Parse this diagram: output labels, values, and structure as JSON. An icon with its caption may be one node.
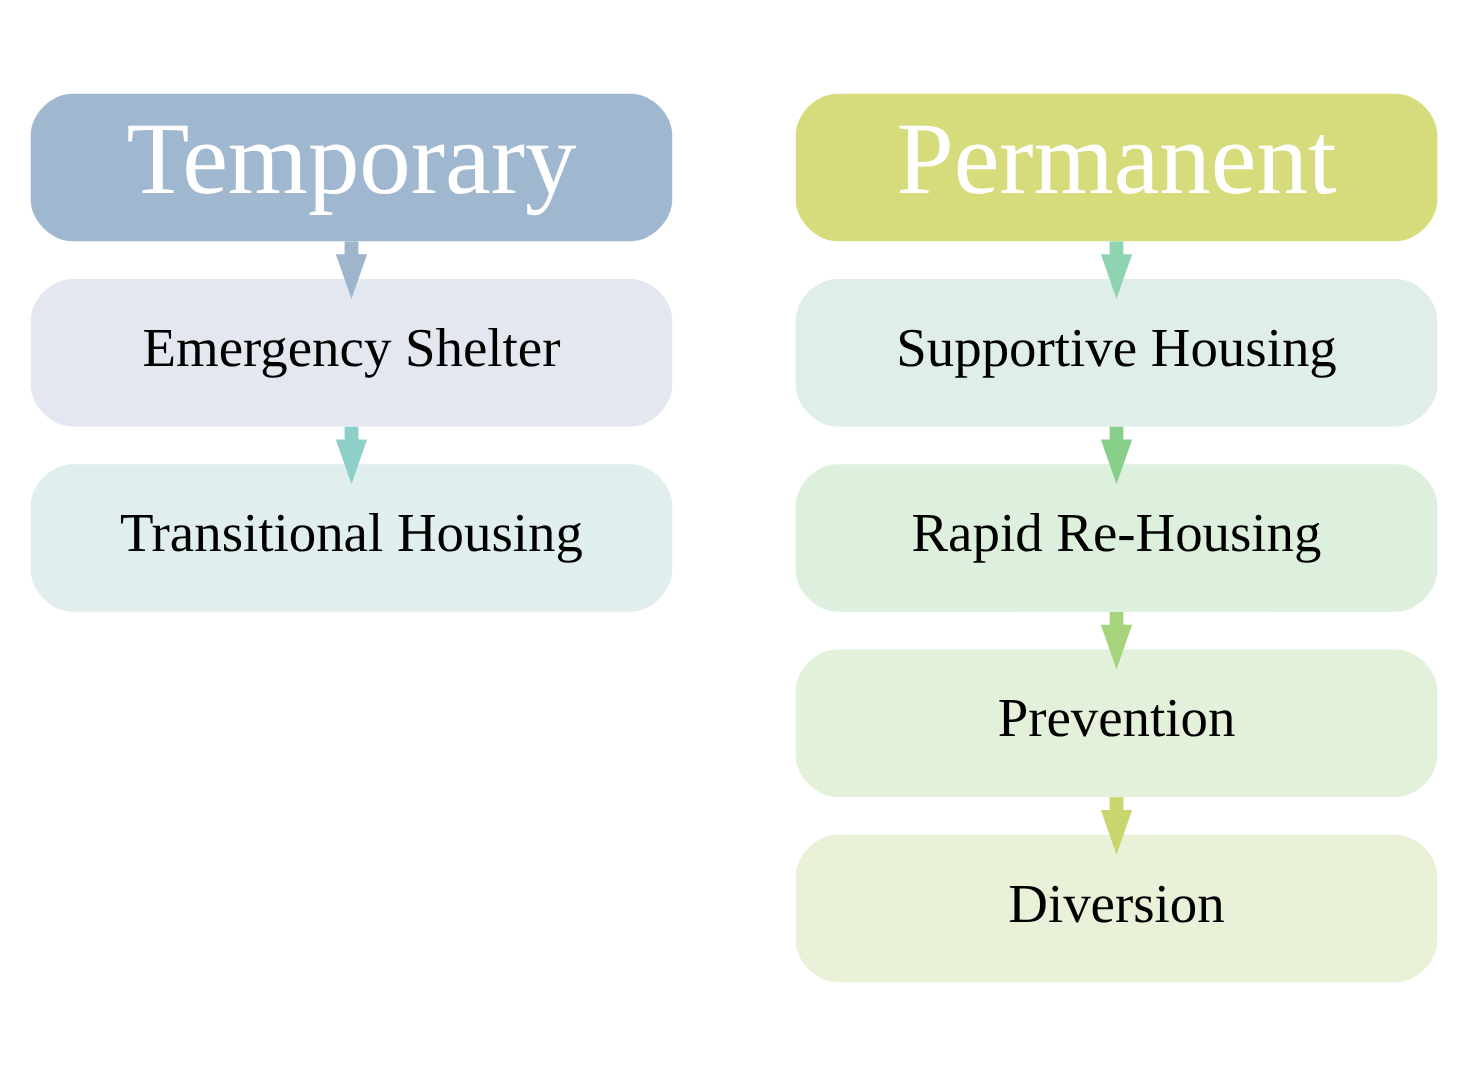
{
  "diagram": {
    "nodes": [
      {
        "text": [
          "Temporary"
        ]
      },
      {
        "text": [
          "Emergency Shelter"
        ]
      },
      {
        "text": [
          "Transitional Housing"
        ]
      },
      {
        "text": [
          "Permanent"
        ]
      },
      {
        "text": [
          "Supportive Housing"
        ]
      },
      {
        "text": [
          "Rapid Re-Housing"
        ]
      },
      {
        "text": [
          "Prevention"
        ]
      },
      {
        "text": [
          "Diversion"
        ]
      }
    ],
    "edges": [
      {
        "from": 0,
        "to": 1,
        "arrow": "to",
        "color": "#9fb5cc"
      },
      {
        "from": 1,
        "to": 2,
        "arrow": "to",
        "color": "#8ecfc9"
      },
      {
        "from": 3,
        "to": 4,
        "arrow": "to",
        "color": "#8fd4b2"
      },
      {
        "from": 4,
        "to": 5,
        "arrow": "to",
        "color": "#88cf8a"
      },
      {
        "from": 5,
        "to": 6,
        "arrow": "to",
        "color": "#a6d47c"
      },
      {
        "from": 6,
        "to": 7,
        "arrow": "to",
        "color": "#c9d66e"
      }
    ]
  }
}
